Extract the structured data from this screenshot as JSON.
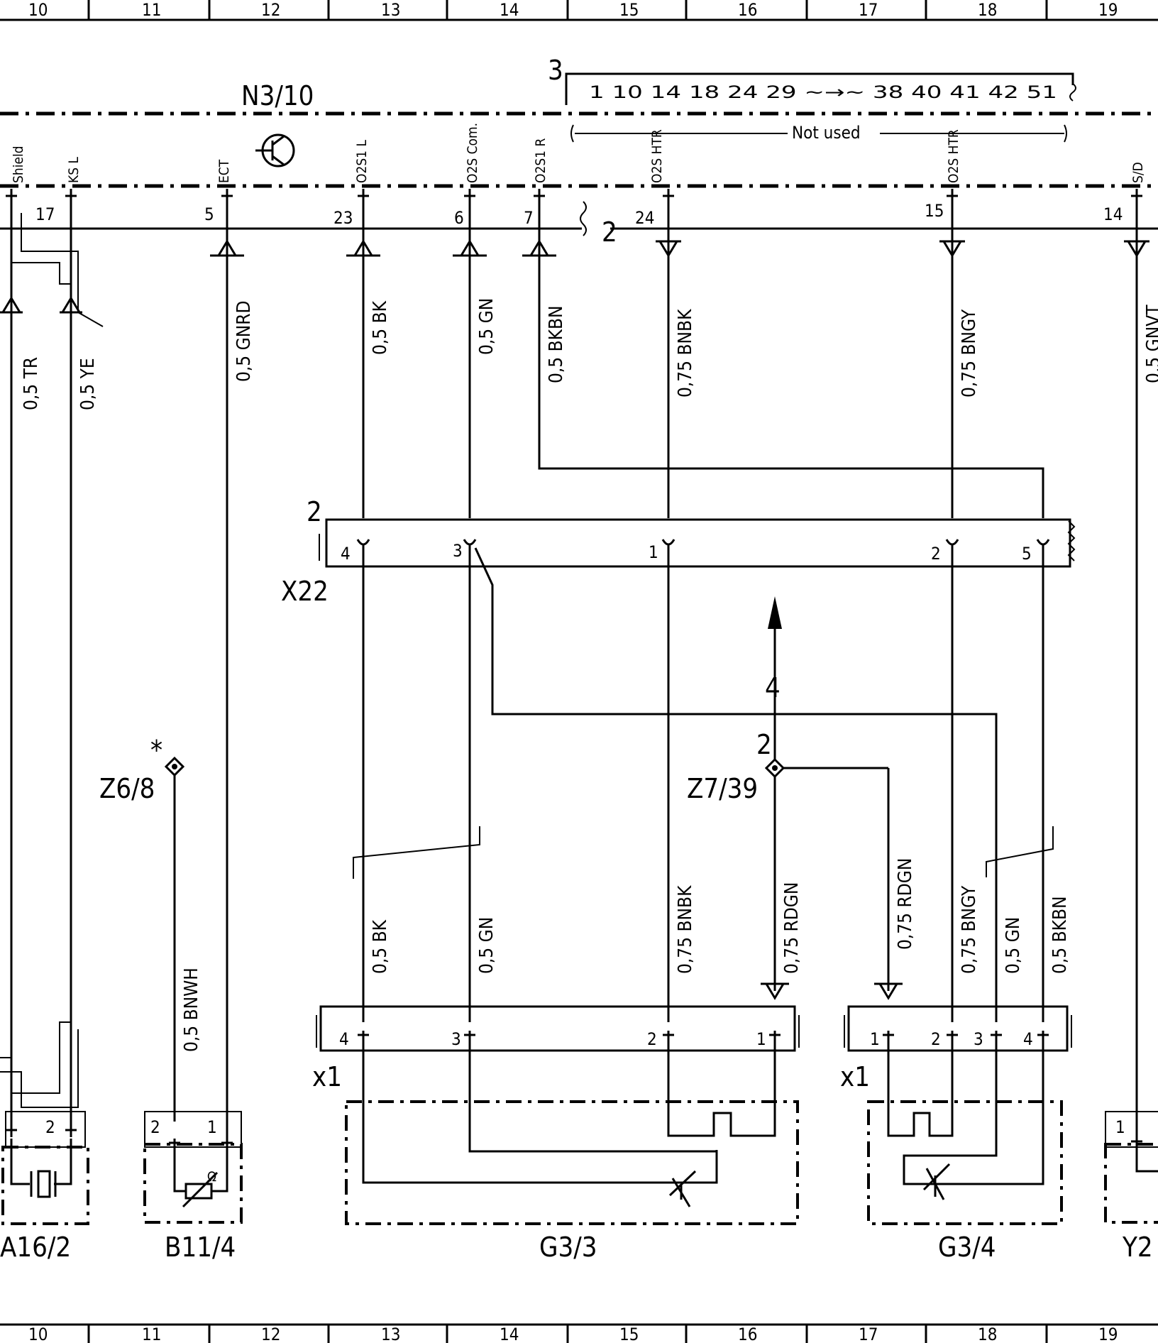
{
  "grid": {
    "columns": [
      "10",
      "11",
      "12",
      "13",
      "14",
      "15",
      "16",
      "17",
      "18",
      "19"
    ]
  },
  "modules": {
    "main": "N3/10",
    "connector_group_num": "3",
    "unused_pins_text": "1 10 14 18 24 29 ~→~ 38 40 41 42 51",
    "not_used": "Not used",
    "side_2a": "2",
    "side_2b": "2"
  },
  "pin_labels": {
    "shield": "Shield",
    "ksl": "KS L",
    "ect": "ECT",
    "o2s1l": "O2S1 L",
    "o2scom": "O2S Com.",
    "o2s1r": "O2S1 R",
    "o2shtr1": "O2S HTR",
    "o2shtr2": "O2S HTR",
    "sd": "S/D"
  },
  "pin_numbers": {
    "p17": "17",
    "p5": "5",
    "p23": "23",
    "p6": "6",
    "p7": "7",
    "p24": "24",
    "p15": "15",
    "p14": "14"
  },
  "wires_upper": {
    "w1": "0,5 TR",
    "w2": "0,5 YE",
    "w3": "0,5 GNRD",
    "w4": "0,5 BK",
    "w5": "0,5 GN",
    "w6": "0,5 BKBN",
    "w7": "0,75 BNBK",
    "w8": "0,75 BNGY",
    "w9": "0,5 GNVT"
  },
  "x22": {
    "label": "X22",
    "side": "2",
    "pins": [
      "4",
      "3",
      "1",
      "2",
      "5"
    ]
  },
  "splices": {
    "z6": "Z6/8",
    "z6_star": "*",
    "z7": "Z7/39",
    "z7_pin": "2",
    "z7_out": "4"
  },
  "wires_lower": {
    "bnwh": "0,5 BNWH",
    "bk": "0,5 BK",
    "gn": "0,5 GN",
    "bnbk": "0,75 BNBK",
    "rdgn1": "0,75 RDGN",
    "rdgn2": "0,75 RDGN",
    "bngy": "0,75 BNGY",
    "gn2": "0,5 GN",
    "bkbn": "0,5 BKBN"
  },
  "connectors_x1": {
    "label1": "x1",
    "label2": "x1",
    "g33_pins": [
      "4",
      "3",
      "2",
      "1"
    ],
    "g34_pins": [
      "1",
      "2",
      "3",
      "4"
    ]
  },
  "components": {
    "a16": "A16/2",
    "b11": "B11/4",
    "g33": "G3/3",
    "g34": "G3/4",
    "y2": "Y2",
    "a16_pin": "2",
    "b11_pin2": "2",
    "b11_pin1": "1",
    "y2_pin": "1"
  }
}
